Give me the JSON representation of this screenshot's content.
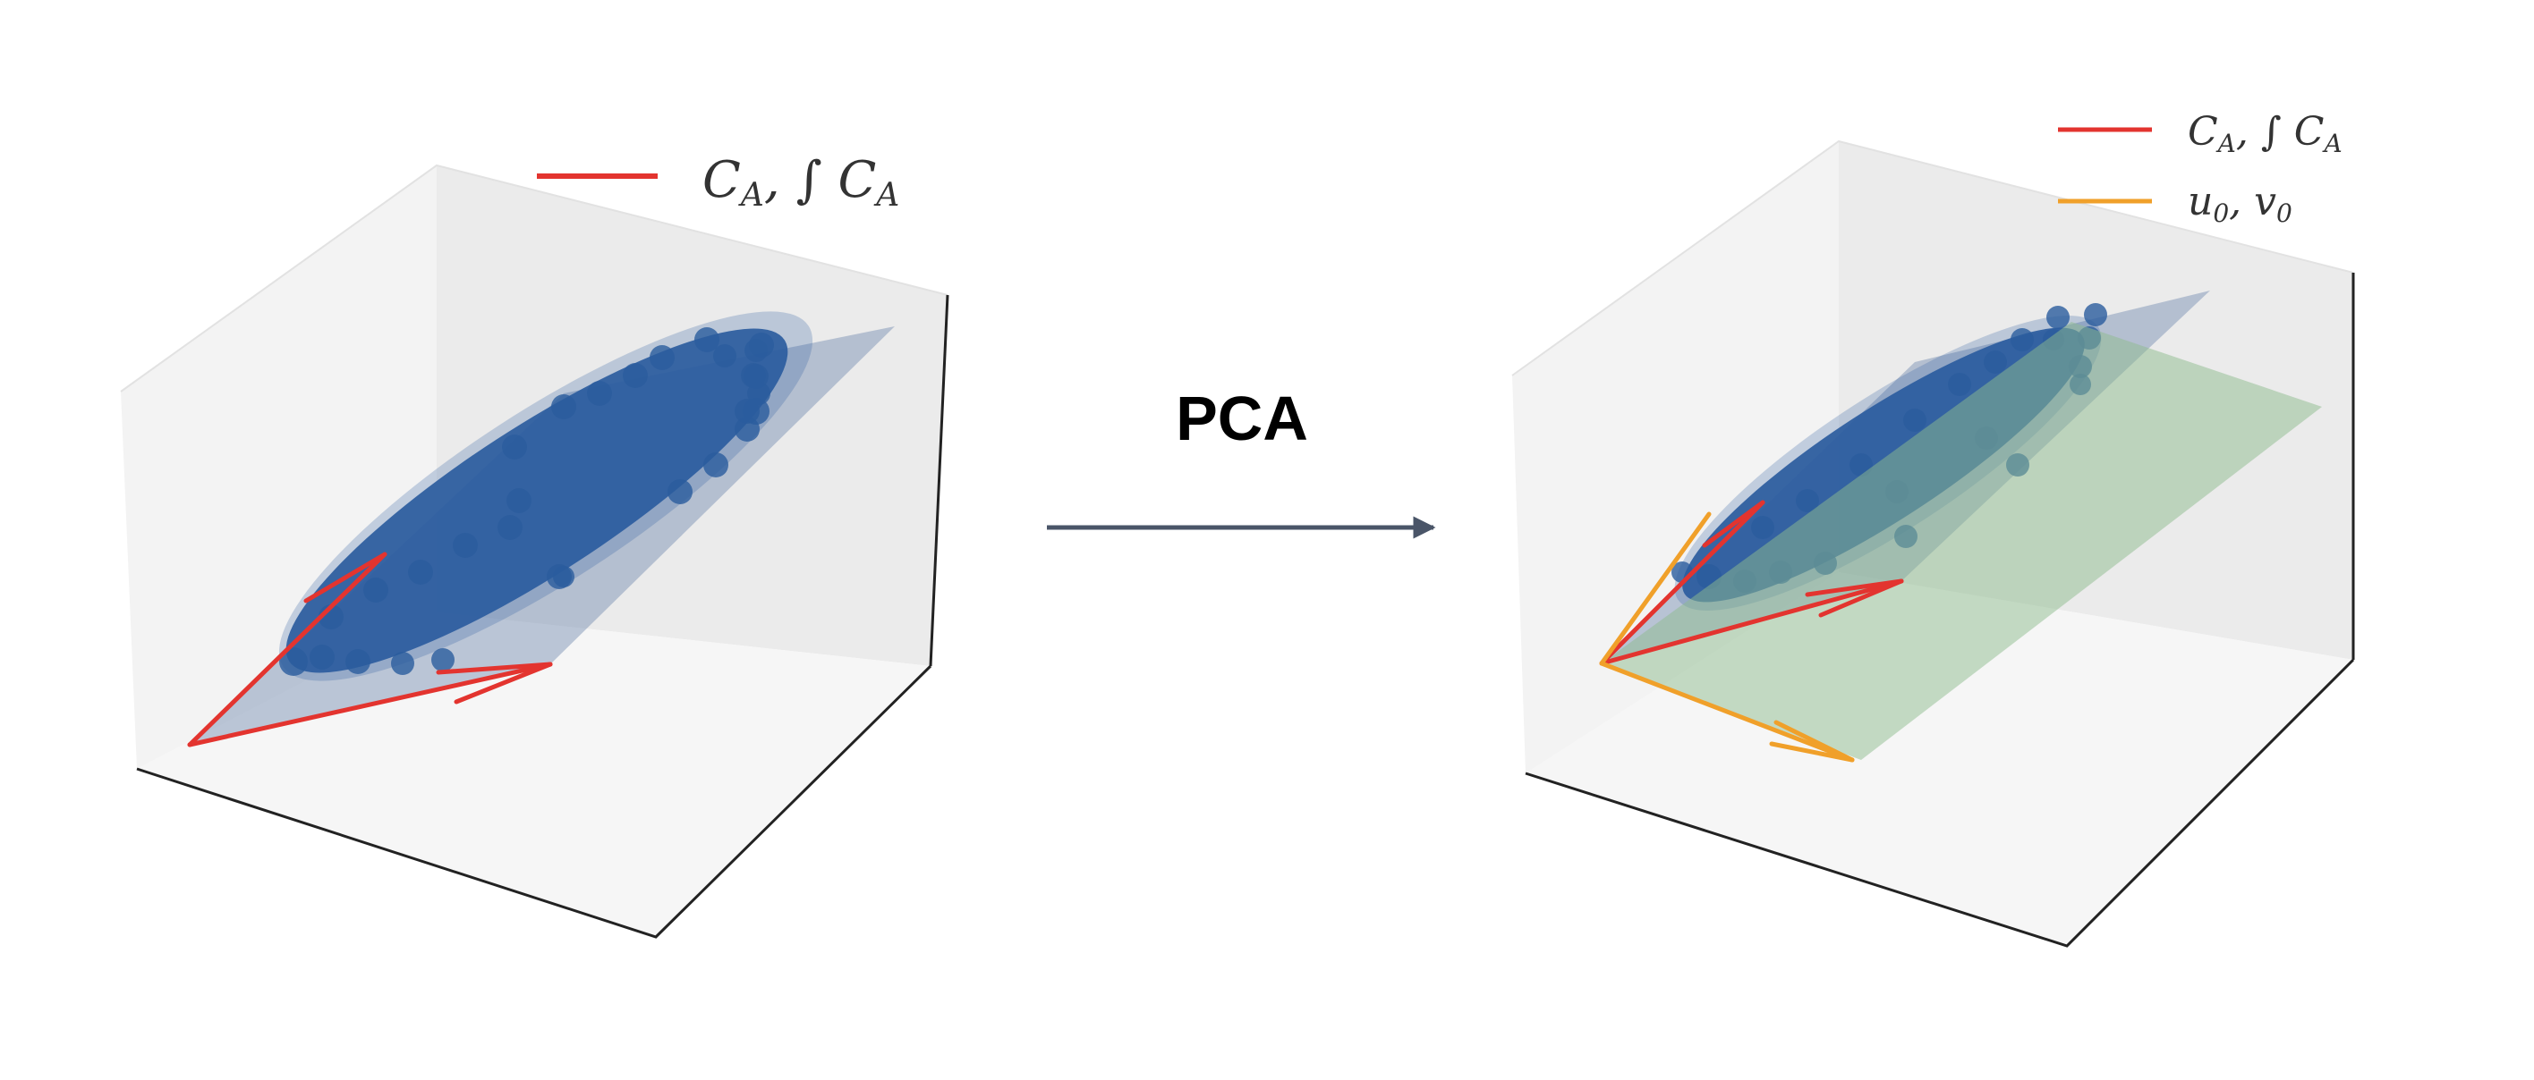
{
  "transition": {
    "label": "PCA"
  },
  "left_panel": {
    "legend": [
      {
        "label": "C_A, ∫ C_A",
        "color": "#e3342f"
      }
    ]
  },
  "right_panel": {
    "legend": [
      {
        "label": "C_A, ∫ C_A",
        "color": "#e3342f"
      },
      {
        "label": "u_0, v_0",
        "color": "#f0a02a"
      }
    ]
  },
  "colors": {
    "points": "#2b5c9e",
    "fitted_plane": "#7d93b5",
    "pca_plane": "#8dbb8d",
    "red_vectors": "#e3342f",
    "orange_vectors": "#f0a02a",
    "axis_pane": "#efefef",
    "arrow": "#4a5568"
  }
}
